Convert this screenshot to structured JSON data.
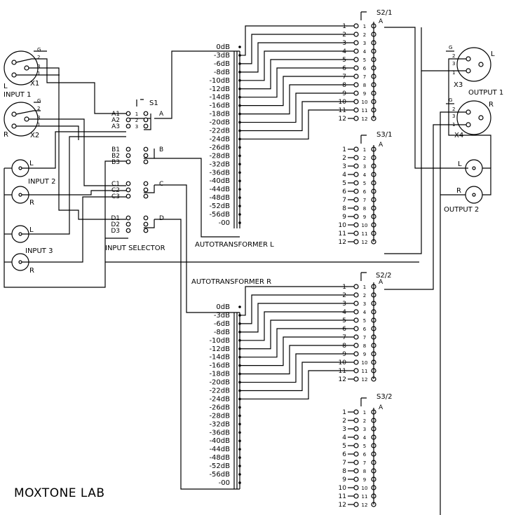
{
  "brand": "MOXTONE LAB",
  "inputs": {
    "x1": {
      "pin_g": "G",
      "pin_2": "2",
      "pin_3": "3",
      "pin_1": "1",
      "side": "L",
      "ref": "X1",
      "label": "INPUT 1"
    },
    "x2": {
      "pin_g": "G",
      "pin_2": "2",
      "pin_3": "3",
      "pin_1": "1",
      "side": "R",
      "ref": "X2"
    },
    "in2": {
      "l": "L",
      "r": "R",
      "label": "INPUT 2"
    },
    "in3": {
      "l": "L",
      "r": "R",
      "label": "INPUT 3"
    }
  },
  "outputs": {
    "x3": {
      "pin_g": "G",
      "pin_2": "2",
      "pin_3": "3",
      "pin_1": "1",
      "side": "L",
      "ref": "X3",
      "label": "OUTPUT 1"
    },
    "x4": {
      "pin_g": "G",
      "pin_2": "2",
      "pin_3": "3",
      "pin_1": "1",
      "side": "R",
      "ref": "X4"
    },
    "out2": {
      "l": "L",
      "r": "R",
      "label": "OUTPUT 2"
    }
  },
  "selector": {
    "name": "S1",
    "label": "INPUT SELECTOR",
    "pos_1": "1",
    "pos_2": "2",
    "pos_3": "3",
    "decks": [
      {
        "id": "A",
        "contacts": [
          "A1",
          "A2",
          "A3"
        ]
      },
      {
        "id": "B",
        "contacts": [
          "B1",
          "B2",
          "B3"
        ]
      },
      {
        "id": "C",
        "contacts": [
          "C1",
          "C2",
          "C3"
        ]
      },
      {
        "id": "D",
        "contacts": [
          "D1",
          "D2",
          "D3"
        ]
      }
    ]
  },
  "autotransformers": {
    "l": {
      "label": "AUTOTRANSFORMER L"
    },
    "r": {
      "label": "AUTOTRANSFORMER R"
    },
    "taps": [
      "0dB",
      "-3dB",
      "-6dB",
      "-8dB",
      "-10dB",
      "-12dB",
      "-14dB",
      "-16dB",
      "-18dB",
      "-20dB",
      "-22dB",
      "-24dB",
      "-26dB",
      "-28dB",
      "-32dB",
      "-36dB",
      "-40dB",
      "-44dB",
      "-48dB",
      "-52dB",
      "-56dB",
      "-00"
    ]
  },
  "switches": {
    "s21": {
      "name": "S2/1",
      "common": "A"
    },
    "s31": {
      "name": "S3/1",
      "common": "A"
    },
    "s22": {
      "name": "S2/2",
      "common": "A"
    },
    "s32": {
      "name": "S3/2",
      "common": "A"
    },
    "positions": [
      "1",
      "2",
      "3",
      "4",
      "5",
      "6",
      "7",
      "8",
      "9",
      "10",
      "11",
      "12"
    ]
  }
}
